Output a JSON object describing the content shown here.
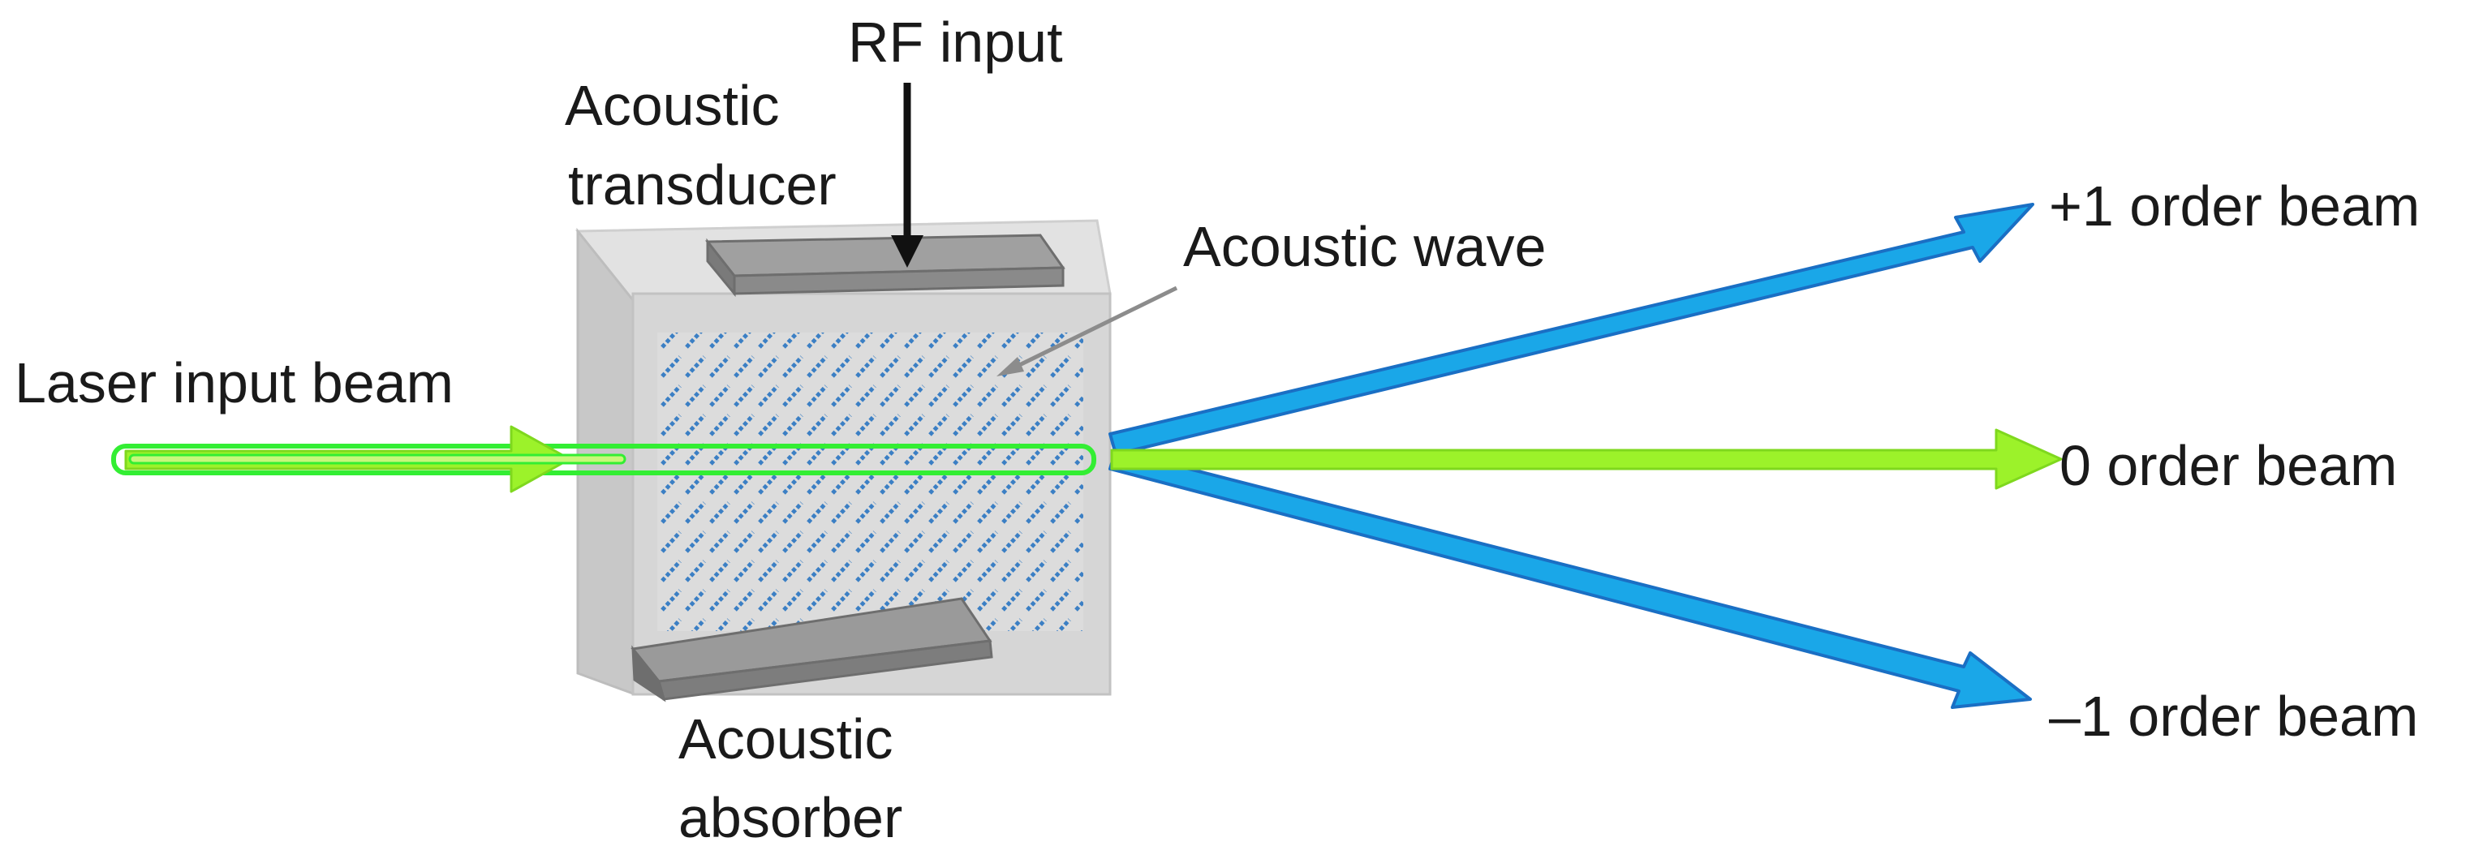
{
  "labels": {
    "rf_input": "RF input",
    "acoustic_transducer_line1": "Acoustic",
    "acoustic_transducer_line2": "transducer",
    "acoustic_wave": "Acoustic wave",
    "laser_input_beam": "Laser input beam",
    "plus_one_order_beam": "+1 order beam",
    "zero_order_beam": "0 order beam",
    "minus_one_order_beam": "–1 order beam",
    "acoustic_absorber_line1": "Acoustic",
    "acoustic_absorber_line2": "absorber"
  },
  "colors": {
    "laser_beam_fill": "#9cf22a",
    "laser_beam_outline": "#33ee33",
    "diffracted_beam_fill": "#1aa7e8",
    "diffracted_beam_edge": "#1a6fc4",
    "crystal_face": "#d8d8d8",
    "crystal_side": "#c4c4c4",
    "crystal_top": "#e4e4e4",
    "acoustic_wave_dash": "#3b7fc4",
    "transducer": "#8f8f8f",
    "absorber": "#8a8a8a",
    "rf_arrow": "#111111",
    "pointer": "#8c8c8c"
  }
}
